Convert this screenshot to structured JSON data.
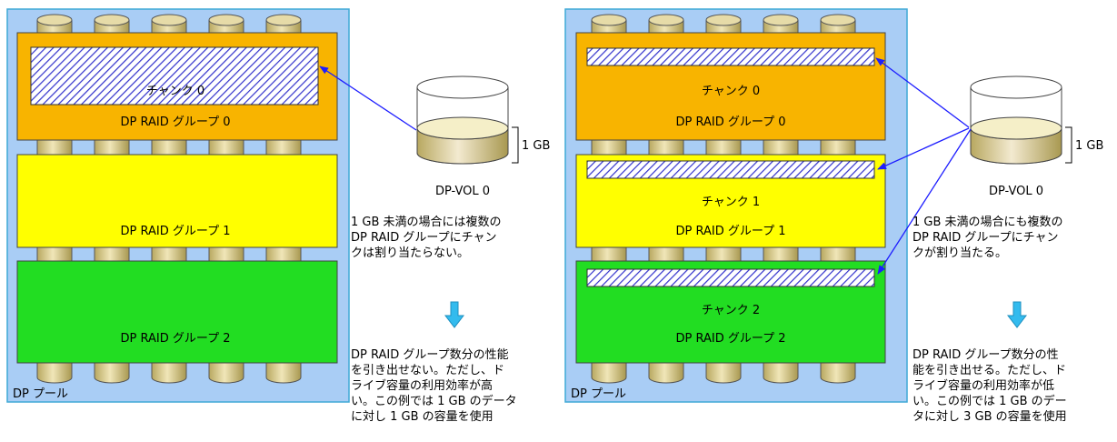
{
  "colors": {
    "pool_bg": "#a9cdf5",
    "pool_border": "#3fa9d6",
    "group0": "#f8b400",
    "group1": "#ffff00",
    "group2": "#22dd22",
    "chunk_hatch": "#3333cc",
    "arrow": "#1e1eff",
    "down_arrow": "#33bbee",
    "disk_body": "#d2c48a"
  },
  "left": {
    "pool_label": "DP プール",
    "chunk0_label": "チャンク 0",
    "group0_label": "DP RAID グループ 0",
    "group1_label": "DP RAID グループ 1",
    "group2_label": "DP RAID グループ 2",
    "vol_label": "DP-VOL 0",
    "size_label": "1 GB",
    "note_top": "1 GB 未満の場合には複数の\nDP RAID グループにチャン\nクは割り当たらない。",
    "note_bottom": "DP RAID グループ数分の性能\nを引き出せない。ただし、ド\nライブ容量の利用効率が高\nい。この例では 1 GB のデータ\nに対し 1 GB の容量を使用"
  },
  "right": {
    "pool_label": "DP プール",
    "chunk0_label": "チャンク 0",
    "chunk1_label": "チャンク 1",
    "chunk2_label": "チャンク 2",
    "group0_label": "DP RAID グループ 0",
    "group1_label": "DP RAID グループ 1",
    "group2_label": "DP RAID グループ 2",
    "vol_label": "DP-VOL 0",
    "size_label": "1 GB",
    "note_top": "1 GB 未満の場合にも複数の\nDP RAID グループにチャン\nクが割り当たる。",
    "note_bottom": "DP RAID グループ数分の性\n能を引き出せる。ただし、ド\nライブ容量の利用効率が低\nい。この例では 1 GB のデー\nタに対し 3 GB の容量を使用"
  }
}
